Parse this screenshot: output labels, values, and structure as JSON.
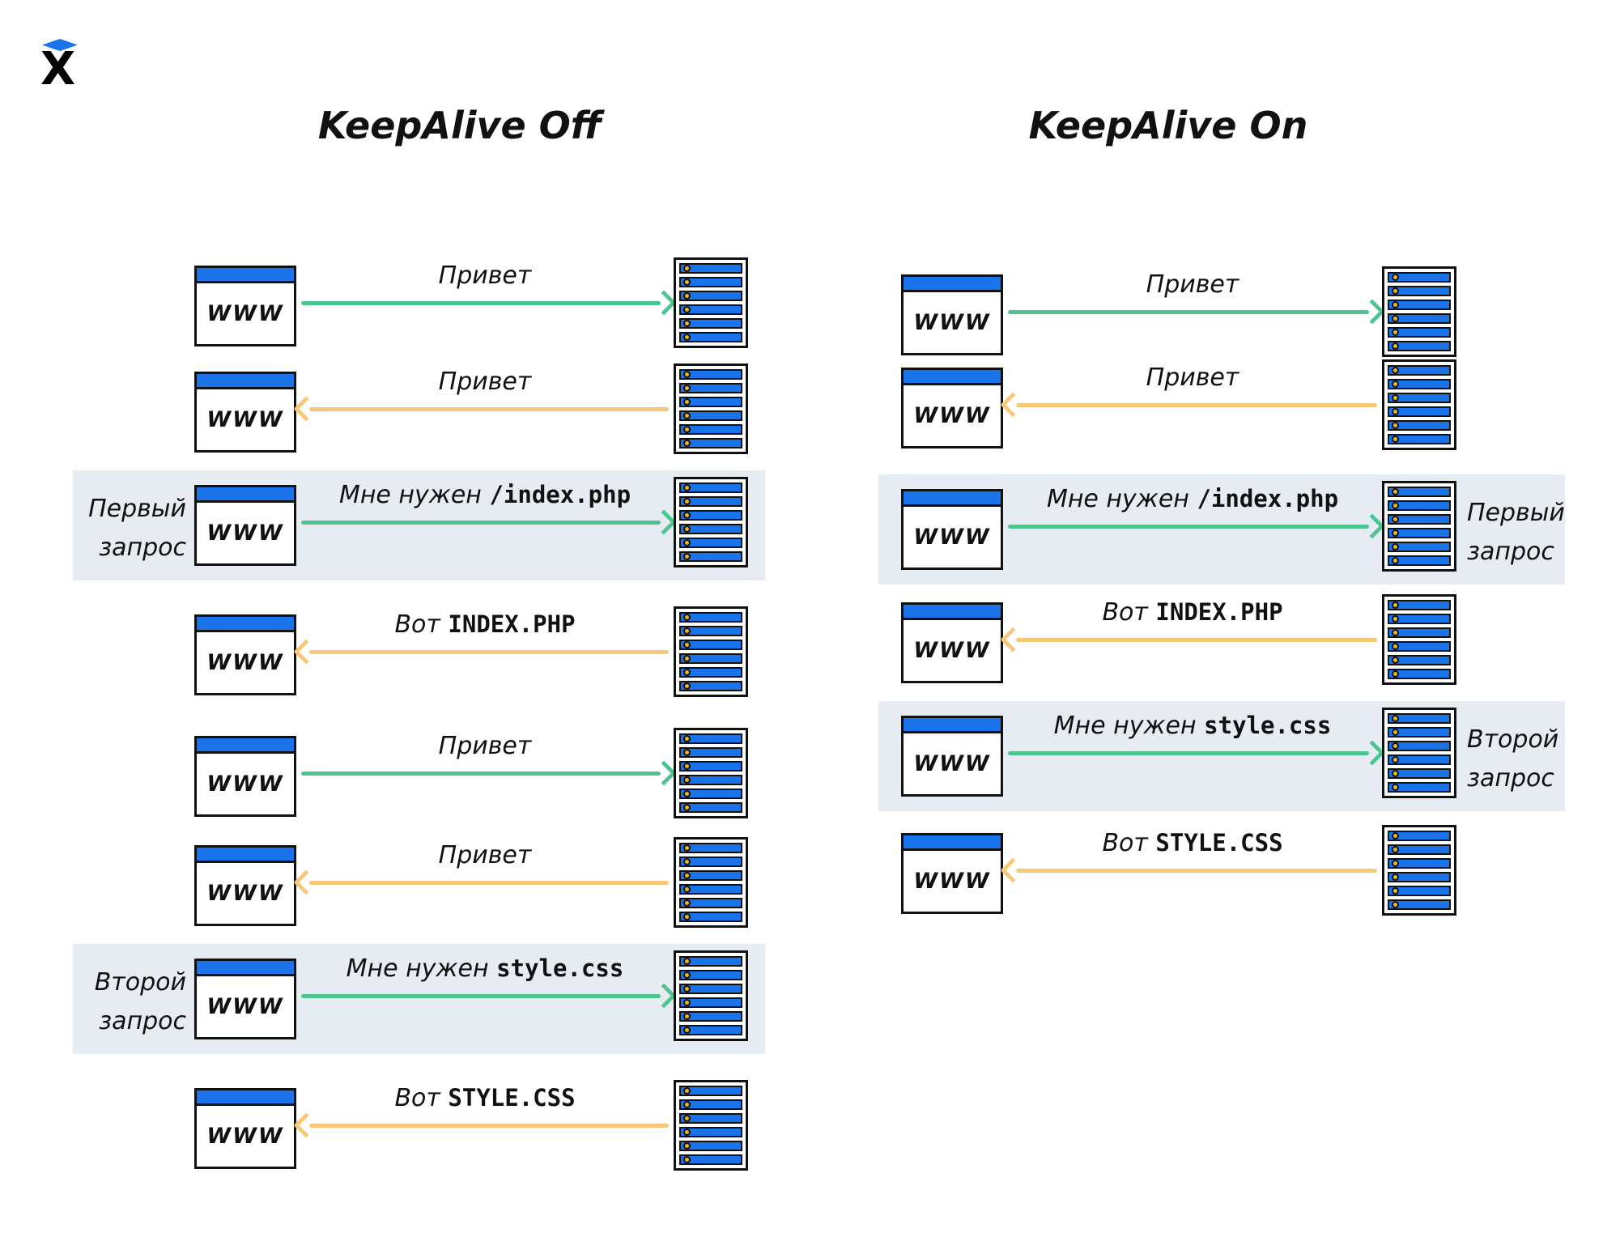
{
  "logo": {
    "letter": "X",
    "icon": "x-diamond-logo"
  },
  "colors": {
    "blue": "#1A73E8",
    "green": "#4DC591",
    "orange": "#F8C878",
    "highlight_band": "#E7EBF2",
    "led": "#F0B429",
    "outline": "#111111"
  },
  "browser": {
    "label": "WWW"
  },
  "columns": [
    {
      "title": "KeepAlive Off",
      "side_label_position": "left",
      "rows": [
        {
          "hand": "Привет",
          "mono": "",
          "dir": "right",
          "color": "green",
          "highlight": false,
          "side_label": null
        },
        {
          "hand": "Привет",
          "mono": "",
          "dir": "left",
          "color": "orange",
          "highlight": false,
          "side_label": null
        },
        {
          "hand": "Мне нужен",
          "mono": "/index.php",
          "dir": "right",
          "color": "green",
          "highlight": true,
          "side_label": "Первый запрос"
        },
        {
          "hand": "Вот",
          "mono": "INDEX.PHP",
          "dir": "left",
          "color": "orange",
          "highlight": false,
          "side_label": null
        },
        {
          "hand": "Привет",
          "mono": "",
          "dir": "right",
          "color": "green",
          "highlight": false,
          "side_label": null
        },
        {
          "hand": "Привет",
          "mono": "",
          "dir": "left",
          "color": "orange",
          "highlight": false,
          "side_label": null
        },
        {
          "hand": "Мне нужен",
          "mono": "style.css",
          "dir": "right",
          "color": "green",
          "highlight": true,
          "side_label": "Второй запрос"
        },
        {
          "hand": "Вот",
          "mono": "STYLE.CSS",
          "dir": "left",
          "color": "orange",
          "highlight": false,
          "side_label": null
        }
      ]
    },
    {
      "title": "KeepAlive On",
      "side_label_position": "right",
      "rows": [
        {
          "hand": "Привет",
          "mono": "",
          "dir": "right",
          "color": "green",
          "highlight": false,
          "side_label": null
        },
        {
          "hand": "Привет",
          "mono": "",
          "dir": "left",
          "color": "orange",
          "highlight": false,
          "side_label": null
        },
        {
          "hand": "Мне нужен",
          "mono": "/index.php",
          "dir": "right",
          "color": "green",
          "highlight": true,
          "side_label": "Первый запрос"
        },
        {
          "hand": "Вот",
          "mono": "INDEX.PHP",
          "dir": "left",
          "color": "orange",
          "highlight": false,
          "side_label": null
        },
        {
          "hand": "Мне нужен",
          "mono": "style.css",
          "dir": "right",
          "color": "green",
          "highlight": true,
          "side_label": "Второй запрос"
        },
        {
          "hand": "Вот",
          "mono": "STYLE.CSS",
          "dir": "left",
          "color": "orange",
          "highlight": false,
          "side_label": null
        }
      ]
    }
  ]
}
